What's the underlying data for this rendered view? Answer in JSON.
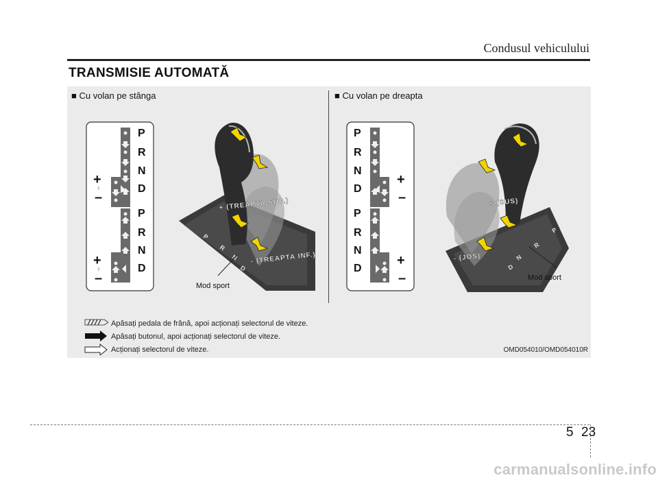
{
  "header": {
    "section_title": "Condusul vehiculului",
    "main_title": "TRANSMISIE AUTOMATĂ"
  },
  "figure": {
    "left_panel": {
      "title": "■ Cu volan pe stânga",
      "gears_upper": [
        "P",
        "R",
        "N",
        "D"
      ],
      "gears_lower": [
        "P",
        "R",
        "N",
        "D"
      ],
      "plus": "+",
      "minus": "–",
      "plus_label": "+ (TREAPTA SUP.)",
      "minus_label": "- (TREAPTA INF.)",
      "sport_label": "Mod sport"
    },
    "right_panel": {
      "title": "■ Cu volan pe dreapta",
      "gears_upper": [
        "P",
        "R",
        "N",
        "D"
      ],
      "gears_lower": [
        "P",
        "R",
        "N",
        "D"
      ],
      "plus": "+",
      "minus": "–",
      "plus_label": "+ (SUS)",
      "minus_label": "- (JOS)",
      "sport_label": "Mod sport"
    },
    "legend": [
      "Apăsați pedala de frână, apoi acționați selectorul de viteze.",
      "Apăsați butonul, apoi acționați selectorul de viteze.",
      "Acționați selectorul de viteze."
    ],
    "code": "OMD054010/OMD054010R"
  },
  "footer": {
    "chapter": "5",
    "page": "23"
  },
  "watermark": "carmanualsonline.info"
}
